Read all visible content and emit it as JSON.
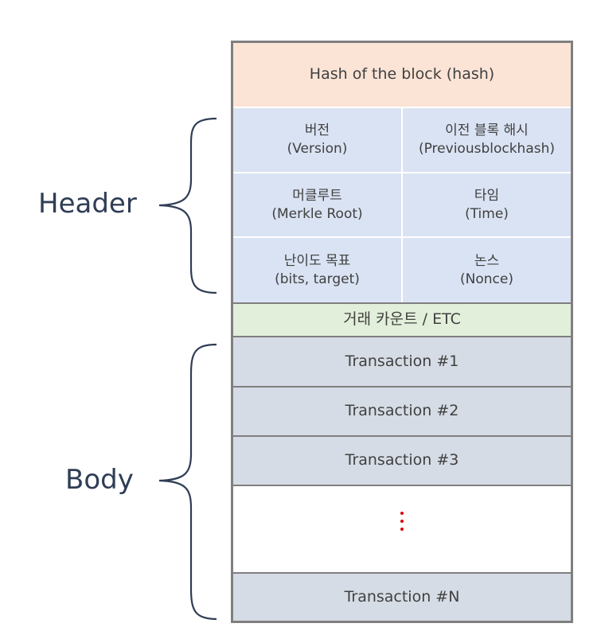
{
  "labels": {
    "header": "Header",
    "body": "Body"
  },
  "block": {
    "hash": "Hash of the block (hash)",
    "header_fields": [
      {
        "ko": "버전",
        "en": "(Version)"
      },
      {
        "ko": "이전 블록 해시",
        "en": "(Previousblockhash)"
      },
      {
        "ko": "머클루트",
        "en": "(Merkle Root)"
      },
      {
        "ko": "타임",
        "en": "(Time)"
      },
      {
        "ko": "난이도 목표",
        "en": "(bits, target)"
      },
      {
        "ko": "논스",
        "en": "(Nonce)"
      }
    ],
    "etc": "거래 카운트 / ETC",
    "transactions": [
      "Transaction #1",
      "Transaction #2",
      "Transaction #3",
      "Transaction #N"
    ]
  },
  "colors": {
    "hash_bg": "#fbe4d6",
    "header_bg": "#dae3f3",
    "etc_bg": "#e2efda",
    "tx_bg": "#d6dce5",
    "ellipsis_dots": "#e00000",
    "brace": "#2f3d55"
  }
}
